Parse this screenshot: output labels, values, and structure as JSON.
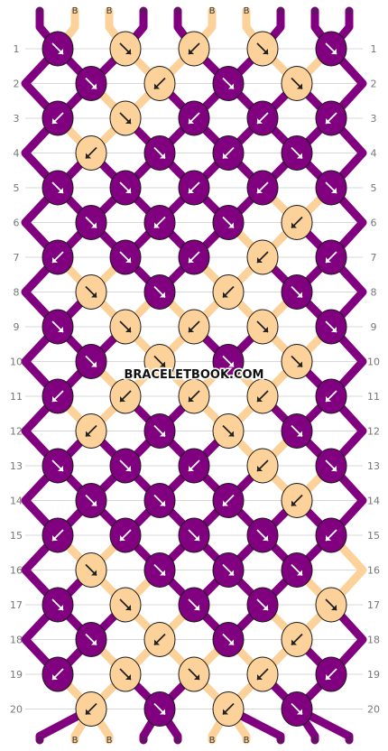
{
  "watermark": "BRACELETBOOK.COM",
  "colors": {
    "A": "#800080",
    "B": "#FDD29A",
    "outline": "#1a1a1a",
    "grid": "#d8d8d8"
  },
  "top_labels": [
    "A",
    "B",
    "B",
    "A",
    "A",
    "B",
    "B",
    "A",
    "A",
    "A"
  ],
  "bottom_labels": [
    "A",
    "B",
    "B",
    "A",
    "A",
    "B",
    "B",
    "A",
    "A",
    "A"
  ],
  "row_numbers": [
    "1",
    "2",
    "3",
    "4",
    "5",
    "6",
    "7",
    "8",
    "9",
    "10",
    "11",
    "12",
    "13",
    "14",
    "15",
    "16",
    "17",
    "18",
    "19",
    "20"
  ],
  "knots": [
    [
      "A:R",
      "B:R",
      "B:L",
      "B:R",
      "A:R"
    ],
    [
      "A:R",
      "B:L",
      "A:R",
      "B:R"
    ],
    [
      "A:L",
      "B:R",
      "A:L",
      "A:L",
      "A:L"
    ],
    [
      "B:L",
      "A:R",
      "A:L",
      "A:R"
    ],
    [
      "A:R",
      "A:R",
      "A:L",
      "A:L",
      "A:R"
    ],
    [
      "A:R",
      "A:L",
      "A:R",
      "B:L"
    ],
    [
      "A:L",
      "A:R",
      "A:L",
      "B:L",
      "A:L"
    ],
    [
      "B:R",
      "A:R",
      "B:L",
      "A:R"
    ],
    [
      "A:R",
      "B:R",
      "B:L",
      "B:R",
      "A:R"
    ],
    [
      "A:R",
      "B:R",
      "A:R",
      "B:R"
    ],
    [
      "A:L",
      "B:L",
      "B:L",
      "B:L",
      "A:L"
    ],
    [
      "B:L",
      "A:R",
      "B:R",
      "A:R"
    ],
    [
      "A:R",
      "A:R",
      "A:L",
      "B:L",
      "A:R"
    ],
    [
      "A:R",
      "A:R",
      "A:L",
      "B:L"
    ],
    [
      "A:L",
      "A:L",
      "A:R",
      "A:R",
      "A:L"
    ],
    [
      "B:R",
      "A:R",
      "A:R",
      "A:R"
    ],
    [
      "A:R",
      "B:R",
      "A:R",
      "A:R",
      "B:R"
    ],
    [
      "A:R",
      "B:L",
      "A:R",
      "B:L"
    ],
    [
      "A:L",
      "B:R",
      "B:R",
      "B:L",
      "A:L"
    ],
    [
      "B:L",
      "A:R",
      "B:L",
      "A:R"
    ]
  ]
}
